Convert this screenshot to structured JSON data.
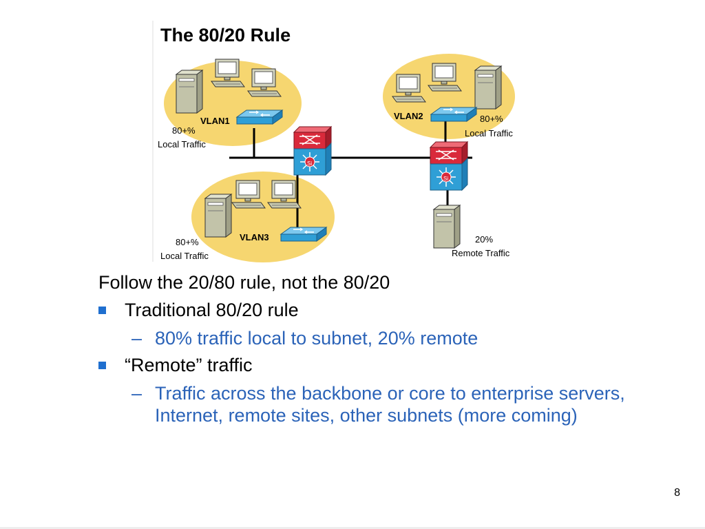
{
  "slide": {
    "title": "The 80/20 Rule",
    "page_number": "8"
  },
  "diagram": {
    "vlans": [
      {
        "label": "VLAN1",
        "traffic_pct": "80+%",
        "traffic_desc": "Local Traffic"
      },
      {
        "label": "VLAN2",
        "traffic_pct": "80+%",
        "traffic_desc": "Local Traffic"
      },
      {
        "label": "VLAN3",
        "traffic_pct": "80+%",
        "traffic_desc": "Local Traffic"
      }
    ],
    "remote": {
      "traffic_pct": "20%",
      "traffic_desc": "Remote Traffic"
    },
    "router_badge": "Si",
    "colors": {
      "vlan_fill": "#f6d670",
      "server_fill": "#c2c3a9",
      "switch_blue": "#2f9fd6",
      "router_red": "#d92a3b",
      "backbone": "#000000"
    }
  },
  "content": {
    "lead": "Follow the 20/80 rule, not the 80/20",
    "bullets": [
      {
        "text": "Traditional 80/20 rule",
        "sub": [
          "80% traffic local to subnet, 20% remote"
        ]
      },
      {
        "text": "“Remote” traffic",
        "sub": [
          "Traffic across the backbone or core to enterprise servers, Internet, remote sites, other subnets (more coming)"
        ]
      }
    ]
  }
}
